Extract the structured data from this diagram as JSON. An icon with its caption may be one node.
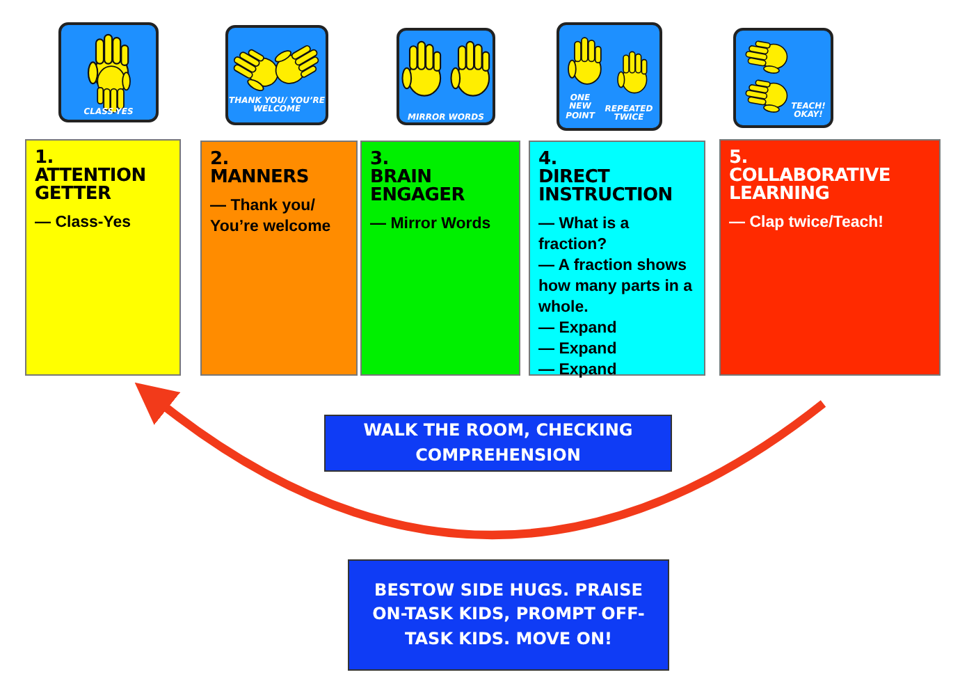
{
  "diagram": {
    "nodes": [
      {
        "text": [
          "CLASS-YES"
        ]
      },
      {
        "text": [
          "THANK YOU/ YOU’RE WELCOME"
        ]
      },
      {
        "text": [
          "MIRROR WORDS"
        ]
      },
      {
        "text": [
          "ONE NEW POINT",
          "REPEATED TWICE"
        ]
      },
      {
        "text": [
          "TEACH! OKAY!"
        ]
      },
      {
        "text": [
          "1.",
          "ATTENTION GETTER",
          "— Class-Yes"
        ]
      },
      {
        "text": [
          "2.",
          "MANNERS",
          "— Thank you/ You’re welcome"
        ]
      },
      {
        "text": [
          "3.",
          "BRAIN ENGAGER",
          "— Mirror Words"
        ]
      },
      {
        "text": [
          "4.",
          "DIRECT INSTRUCTION",
          "— What is a fraction?",
          "— A fraction shows how many parts in a whole.",
          "— Expand",
          "— Expand",
          "— Expand"
        ]
      },
      {
        "text": [
          "5.",
          "COLLABORATIVE LEARNING",
          "— Clap twice/Teach!"
        ]
      },
      {
        "text": [
          "WALK THE ROOM, CHECKING COMPREHENSION"
        ]
      },
      {
        "text": [
          "**BESTOW** SIDE HUGS. **PRAISE** ON-TASK KIDS, **PROMPT** OFF-TASK KIDS. **MOVE ON!**"
        ]
      }
    ],
    "edges": [
      {
        "from": 9,
        "to": 5,
        "arrow": "to"
      }
    ]
  }
}
